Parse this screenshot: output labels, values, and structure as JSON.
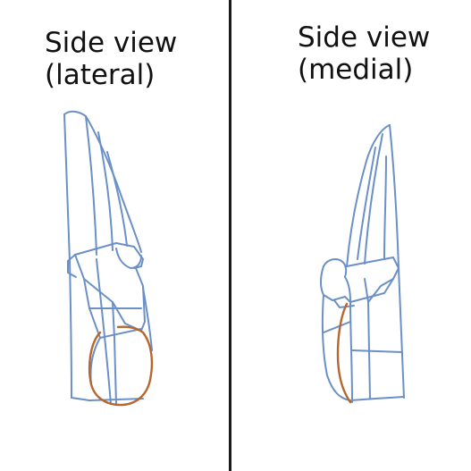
{
  "panels": {
    "left": {
      "line1": "Side view",
      "line2": "(lateral)"
    },
    "right": {
      "line1": "Side view",
      "line2": "(medial)"
    }
  },
  "colors": {
    "background": "#ffffff",
    "divider": "#1a1a1a",
    "sketch_blue": "#6b8fc7",
    "sketch_brown": "#b5672f"
  }
}
